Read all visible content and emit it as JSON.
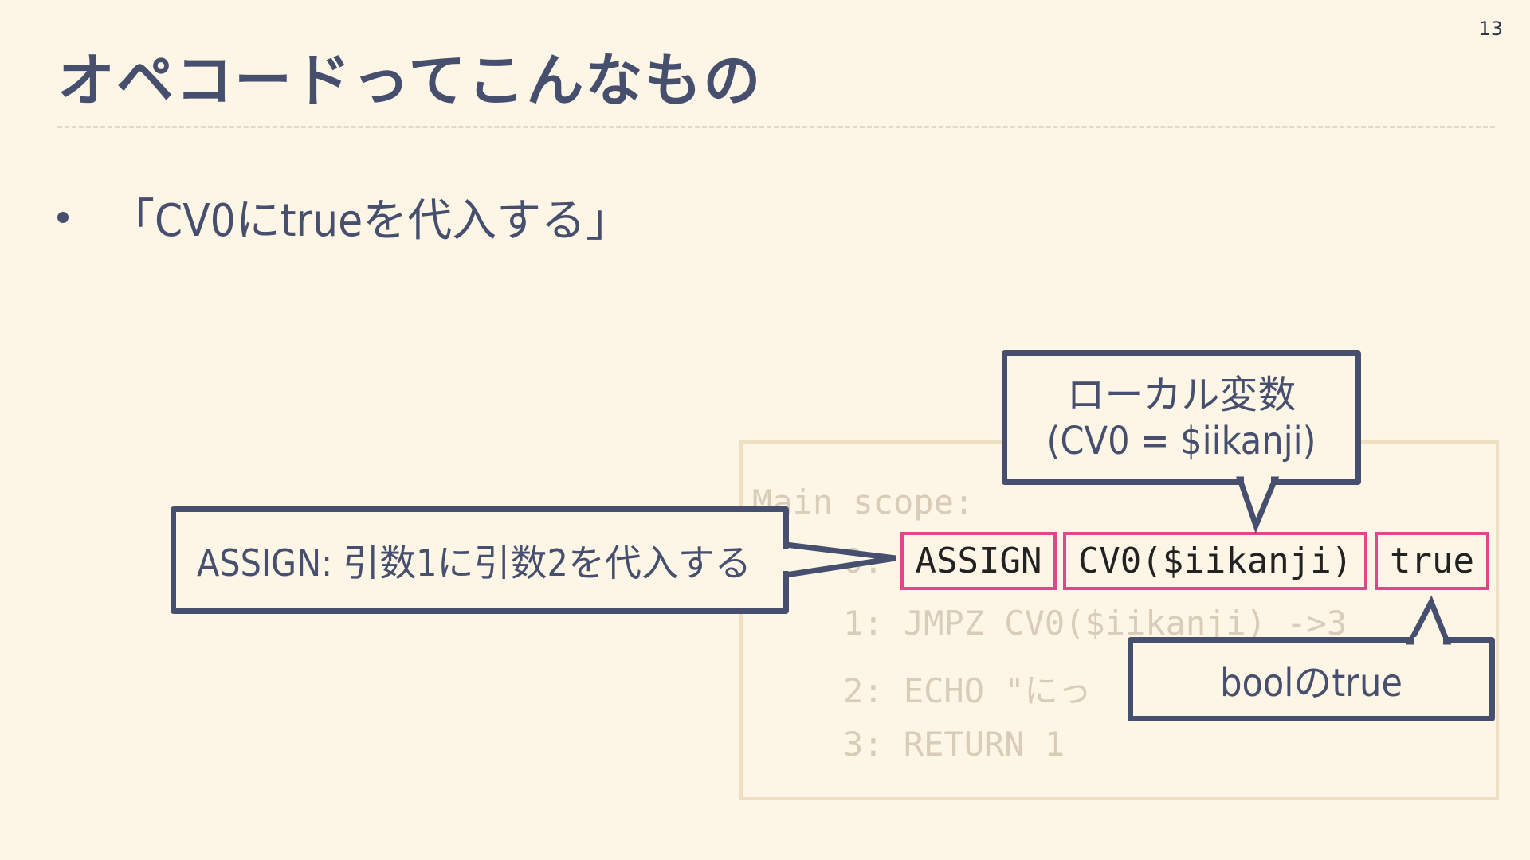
{
  "slide": {
    "page_number": "13",
    "title": "オペコードってこんなもの",
    "bullets": [
      "「CV0にtrueを代入する」"
    ]
  },
  "code": {
    "scope_label": "Main scope:",
    "line0_prefix": "0:",
    "line0_opcode": "ASSIGN",
    "line0_arg1": "CV0($iikanji)",
    "line0_arg2": "true",
    "line1": "1: JMPZ CV0($iikanji) ->3",
    "line2": "2: ECHO \"にっ",
    "line3": "3: RETURN 1"
  },
  "callouts": {
    "assign": "ASSIGN: 引数1に引数2を代入する",
    "local_var_line1": "ローカル変数",
    "local_var_line2": "(CV0 = $iikanji)",
    "bool_true": "boolのtrue"
  },
  "colors": {
    "background": "#fdf5e6",
    "text": "#46506e",
    "highlight_border": "#e0478a",
    "code_faded": "#d9ccb8",
    "panel_border": "#eedfc2"
  }
}
